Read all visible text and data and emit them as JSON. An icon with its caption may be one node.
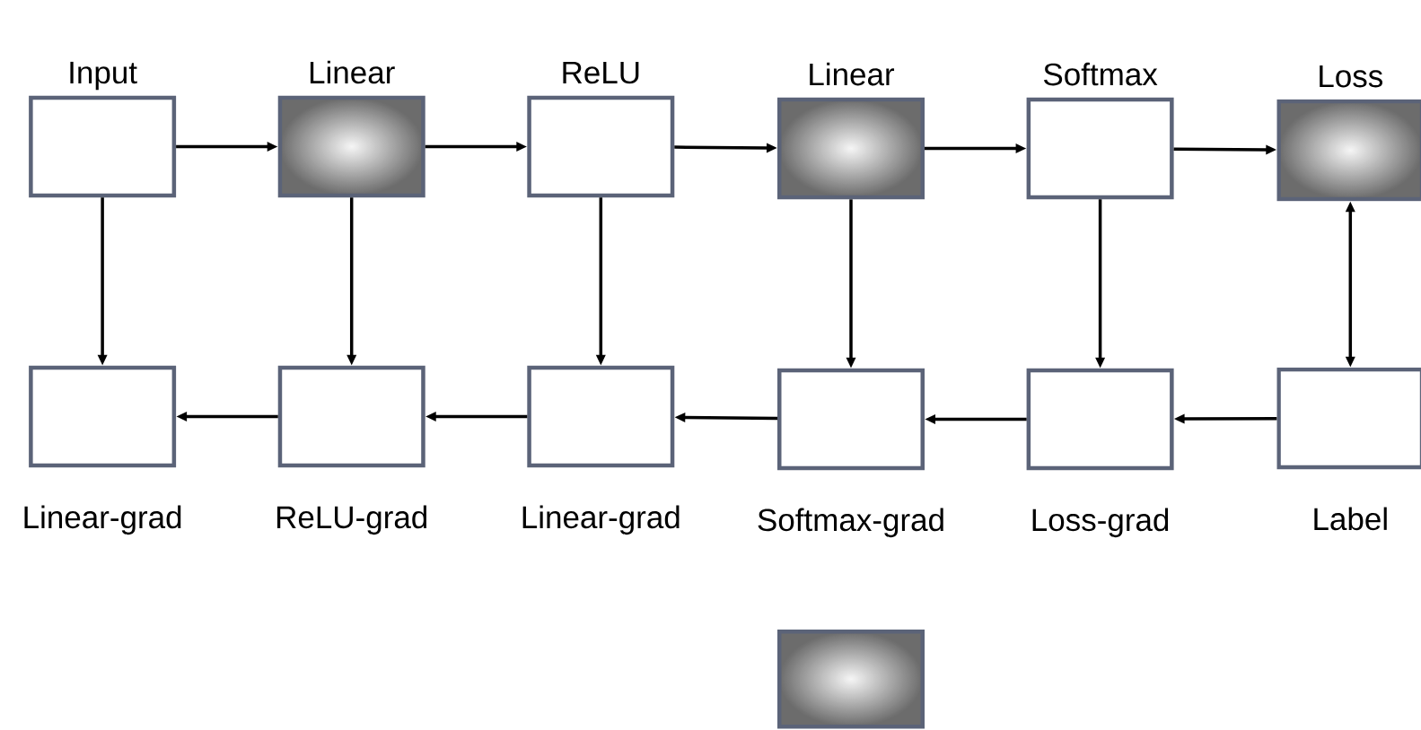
{
  "diagram": {
    "nodes": [
      {
        "text": [
          "Input"
        ]
      },
      {
        "text": [
          "Linear"
        ]
      },
      {
        "text": [
          "ReLU"
        ]
      },
      {
        "text": [
          "Linear"
        ]
      },
      {
        "text": [
          "Softmax"
        ]
      },
      {
        "text": [
          "Loss"
        ]
      },
      {
        "text": [
          "Linear-grad"
        ]
      },
      {
        "text": [
          "ReLU-grad"
        ]
      },
      {
        "text": [
          "Linear-grad"
        ]
      },
      {
        "text": [
          "Softmax-grad"
        ]
      },
      {
        "text": [
          "Loss-grad"
        ]
      },
      {
        "text": [
          "Label"
        ]
      },
      {
        "text": [],
        "shape": "box"
      }
    ],
    "edges": [
      {
        "from": 0,
        "to": 1,
        "arrow": "to"
      },
      {
        "from": 1,
        "to": 2,
        "arrow": "to"
      },
      {
        "from": 2,
        "to": 3,
        "arrow": "to"
      },
      {
        "from": 3,
        "to": 4,
        "arrow": "to"
      },
      {
        "from": 4,
        "to": 5,
        "arrow": "to"
      },
      {
        "from": 0,
        "to": 6,
        "arrow": "to"
      },
      {
        "from": 1,
        "to": 7,
        "arrow": "to"
      },
      {
        "from": 2,
        "to": 8,
        "arrow": "to"
      },
      {
        "from": 3,
        "to": 9,
        "arrow": "to"
      },
      {
        "from": 4,
        "to": 10,
        "arrow": "to"
      },
      {
        "from": 5,
        "to": 11,
        "arrow": "both"
      },
      {
        "from": 11,
        "to": 10,
        "arrow": "to"
      },
      {
        "from": 10,
        "to": 9,
        "arrow": "to"
      },
      {
        "from": 9,
        "to": 8,
        "arrow": "to"
      },
      {
        "from": 8,
        "to": 7,
        "arrow": "to"
      },
      {
        "from": 7,
        "to": 6,
        "arrow": "to"
      }
    ]
  }
}
